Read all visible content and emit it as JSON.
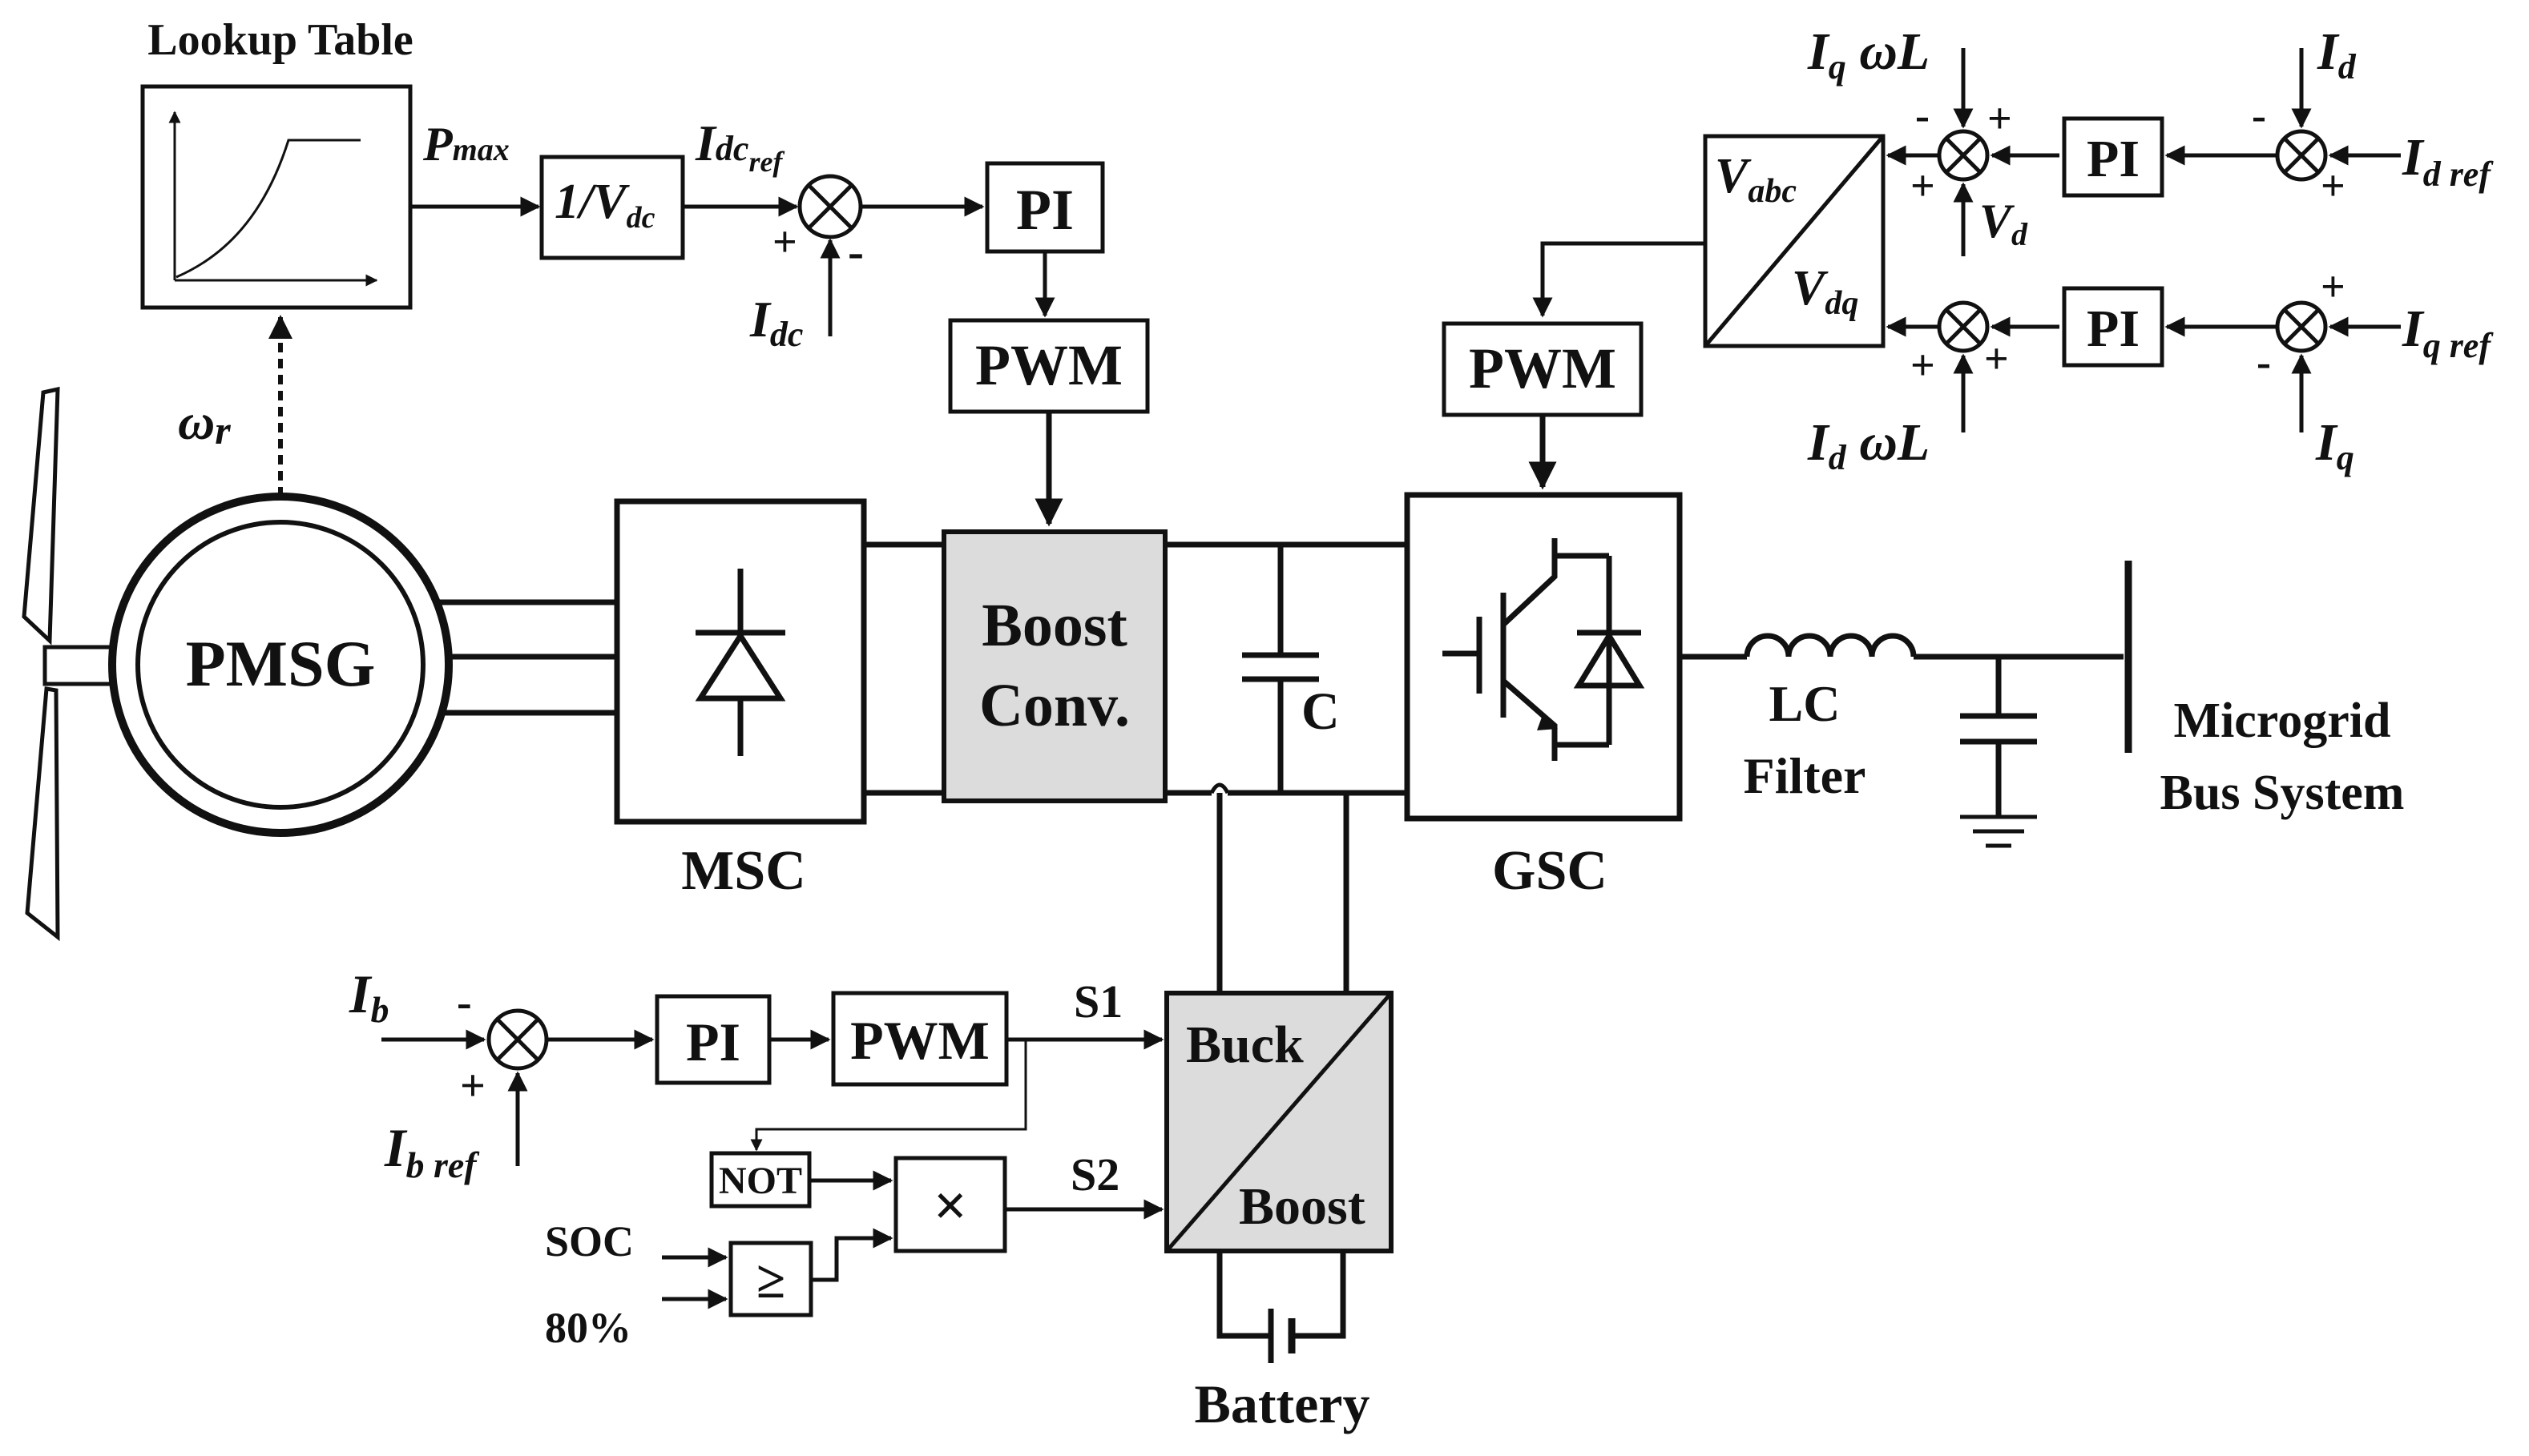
{
  "labels": {
    "lookup_table": "Lookup Table",
    "pmax_main": "P",
    "pmax_sub": "max",
    "inv_vdc_main": "1/V",
    "inv_vdc_sub": "dc",
    "idcref_main": "I",
    "idcref_sub": "dc",
    "idcref_subsub": "ref",
    "idc_main": "I",
    "idc_sub": "dc",
    "omega_r_main": "ω",
    "omega_r_sub": "r",
    "pi": "PI",
    "pwm": "PWM",
    "pmsg": "PMSG",
    "msc": "MSC",
    "boost_line1": "Boost",
    "boost_line2": "Conv.",
    "capacitor": "C",
    "gsc": "GSC",
    "lc_line1": "LC",
    "lc_line2": "Filter",
    "microgrid_line1": "Microgrid",
    "microgrid_line2": "Bus System",
    "vabc_main": "V",
    "vabc_sub": "abc",
    "vdq_main": "V",
    "vdq_sub": "dq",
    "iq_omega_l_main": "I",
    "iq_omega_l_sub": "q",
    "iq_omega_l_tail": " ωL",
    "id_omega_l_main": "I",
    "id_omega_l_sub": "d",
    "id_omega_l_tail": " ωL",
    "vd_main": "V",
    "vd_sub": "d",
    "id_main": "I",
    "id_sub": "d",
    "idref_main": "I",
    "idref_sub": "d ref",
    "iqref_main": "I",
    "iqref_sub": "q ref",
    "iq_main": "I",
    "iq_sub": "q",
    "ib_main": "I",
    "ib_sub": "b",
    "ibref_main": "I",
    "ibref_sub": "b ref",
    "s1": "S1",
    "s2": "S2",
    "not": "NOT",
    "multiply": "×",
    "geq": "≥",
    "soc": "SOC",
    "eighty": "80%",
    "buck": "Buck",
    "boost": "Boost",
    "battery": "Battery",
    "plus": "+",
    "minus": "-"
  }
}
